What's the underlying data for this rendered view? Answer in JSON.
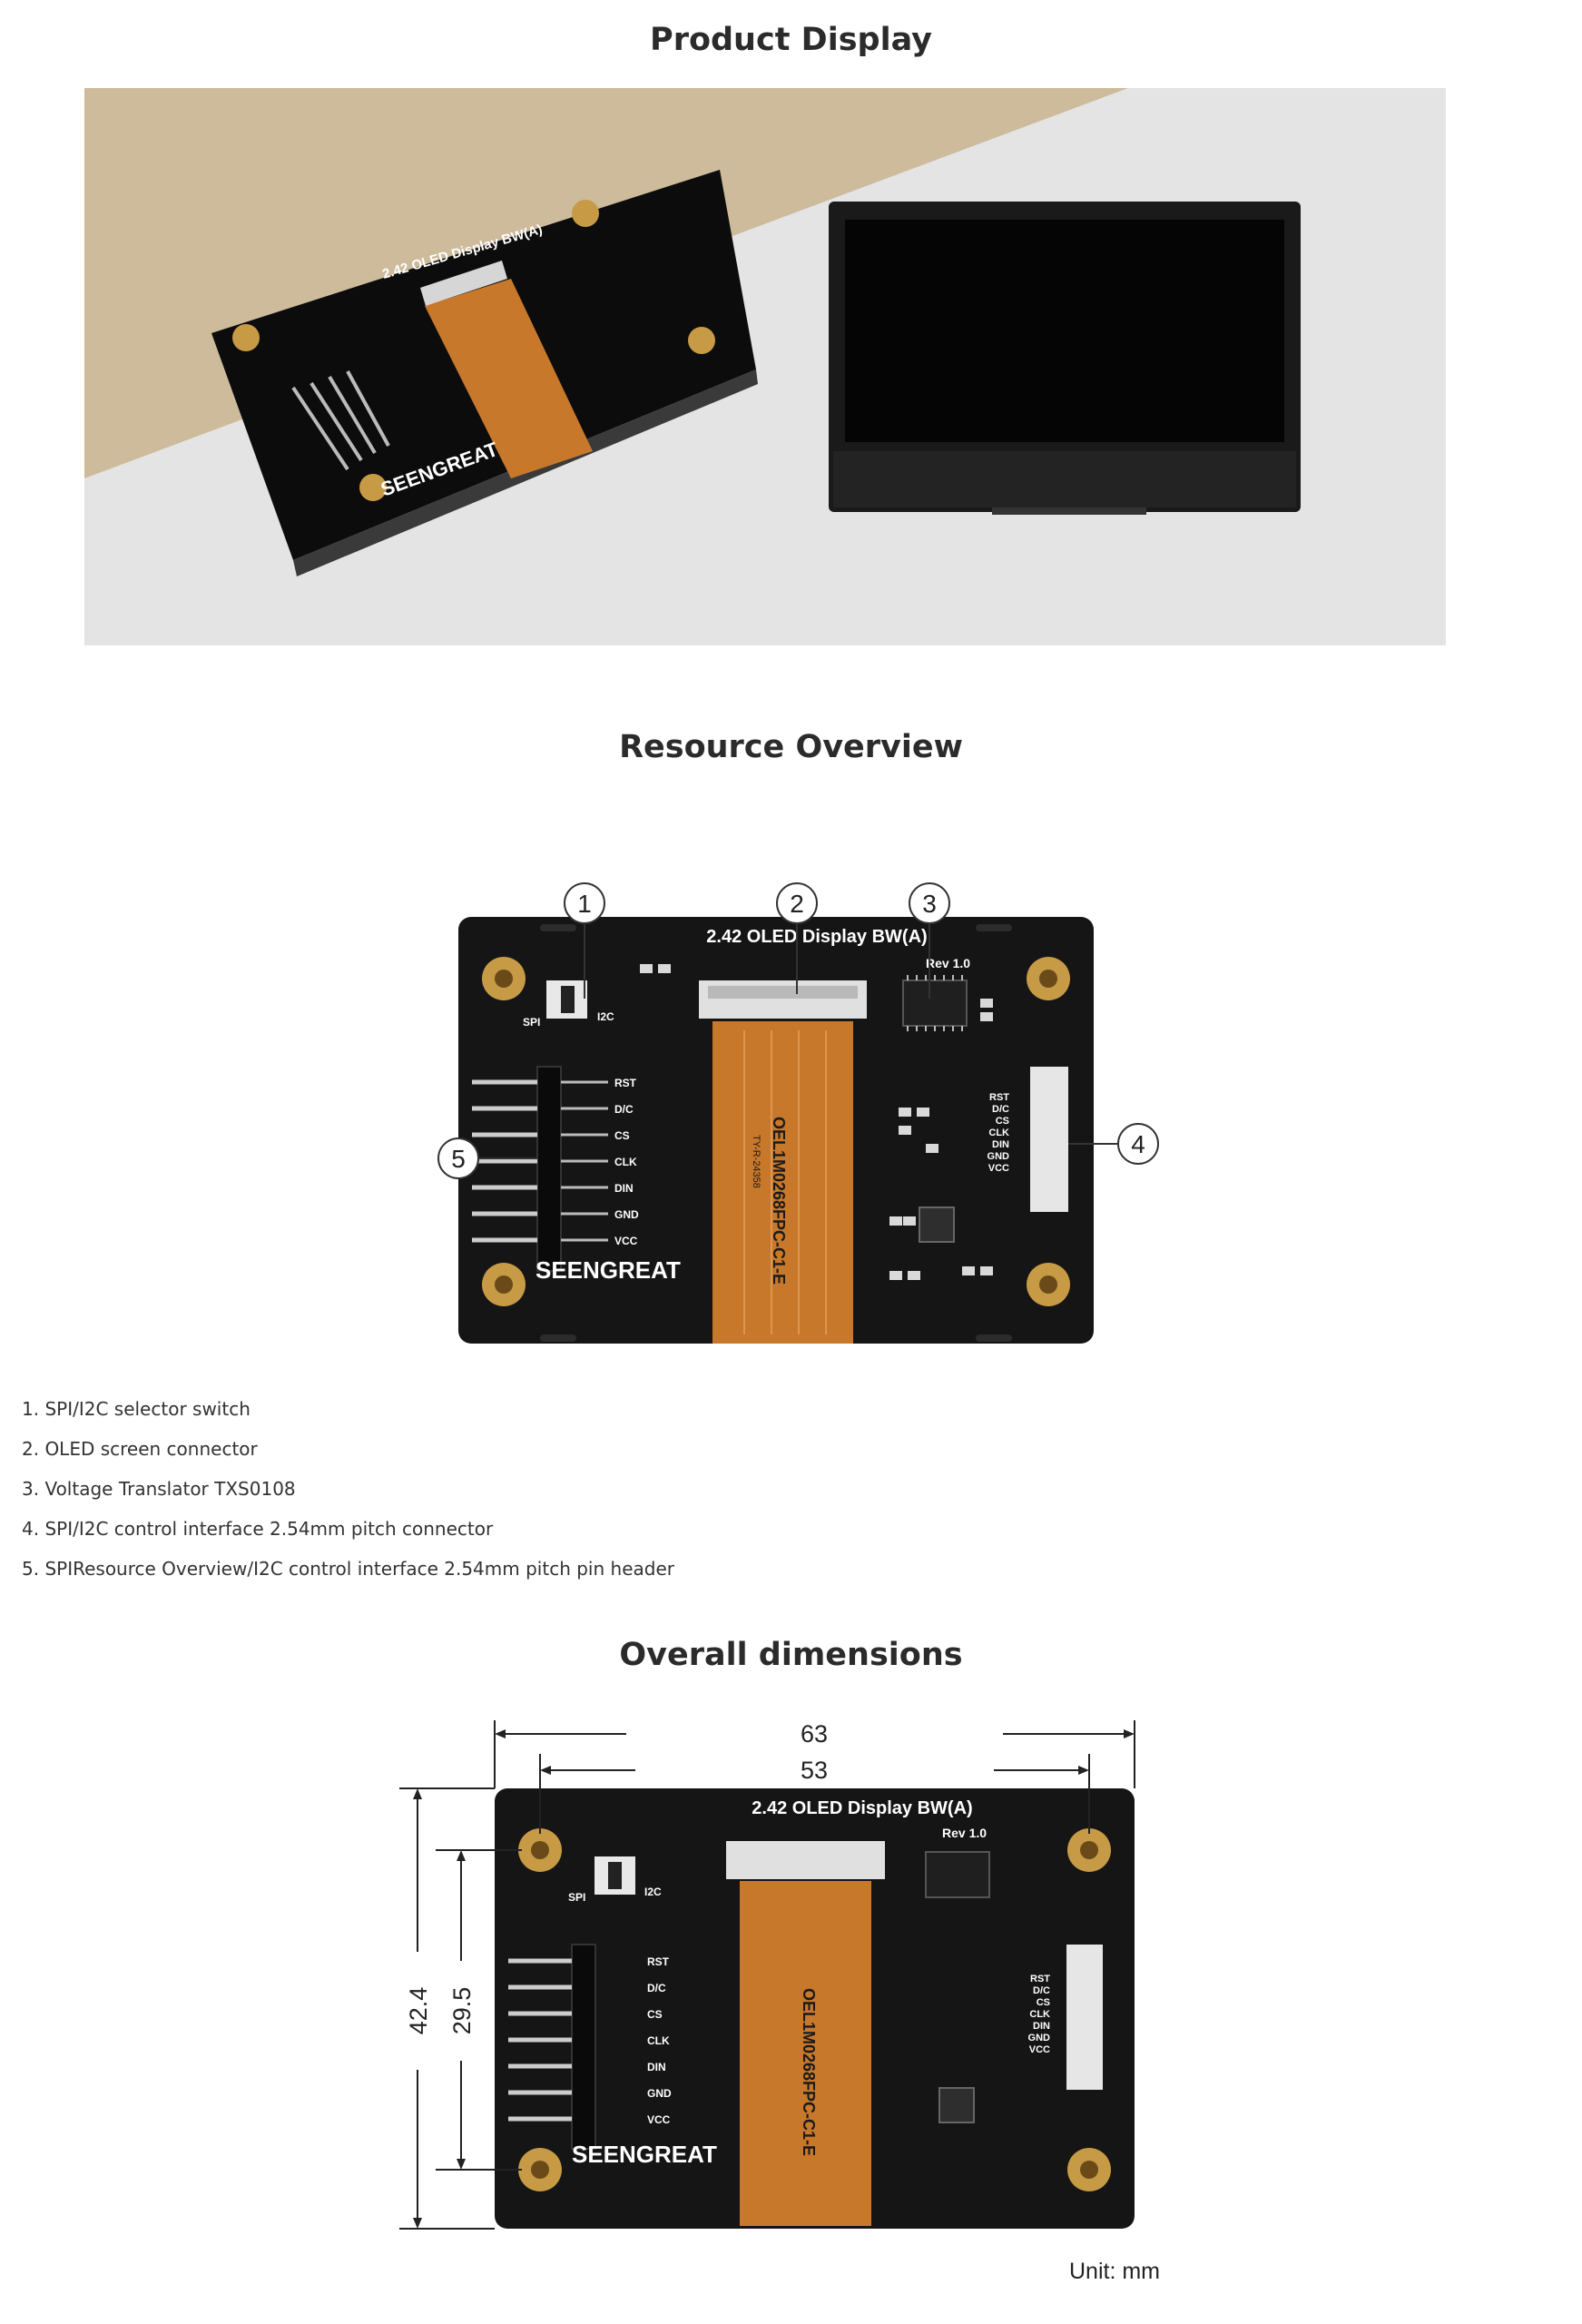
{
  "sections": {
    "product_display": "Product Display",
    "resource_overview": "Resource Overview",
    "overall_dimensions": "Overall dimensions"
  },
  "board": {
    "title": "2.42 OLED Display BW(A)",
    "rev": "Rev 1.0",
    "brand": "SEENGREAT",
    "fpc_label": "OEL1M0268FPC-C1-E",
    "fpc_sub": "TY-R-24358",
    "switch_left": "SPI",
    "switch_right": "I2C",
    "pins": [
      "RST",
      "D/C",
      "CS",
      "CLK",
      "DIN",
      "GND",
      "VCC"
    ]
  },
  "callouts": [
    "1",
    "2",
    "3",
    "4",
    "5"
  ],
  "features": [
    "1. SPI/I2C selector switch",
    "2. OLED screen connector",
    "3. Voltage Translator TXS0108",
    "4. SPI/I2C control interface 2.54mm pitch connector",
    "5. SPIResource Overview/I2C control interface 2.54mm pitch pin header"
  ],
  "dimensions": {
    "outer_width": "63",
    "hole_width": "53",
    "outer_height": "42.4",
    "hole_height": "29.5",
    "unit": "Unit: mm"
  },
  "colors": {
    "pcb": "#151515",
    "fpc": "#c8782a",
    "brass": "#c79a45",
    "beige": "#cdbb9c",
    "backdrop": "#e4e4e4"
  }
}
